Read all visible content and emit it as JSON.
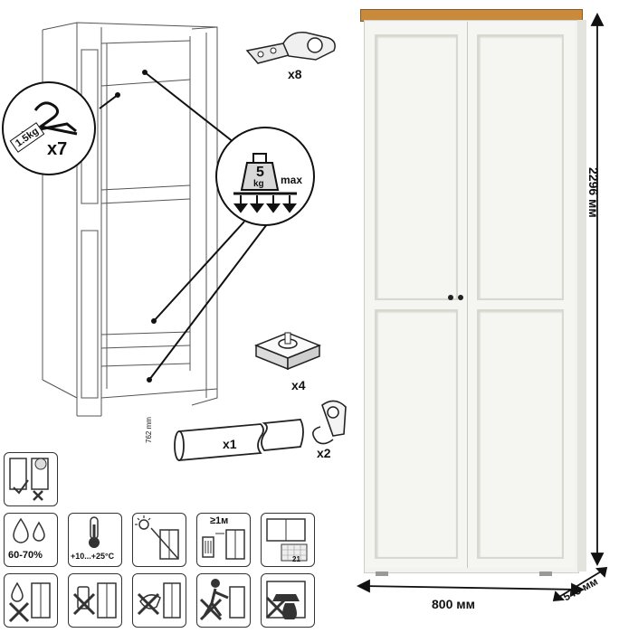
{
  "hardware": {
    "hinge_qty": "x8",
    "leveler_qty": "x4",
    "rail_qty": "x1",
    "rail_length": "762 mm",
    "bracket_qty": "x2"
  },
  "callouts": {
    "hook_weight": "1.5kg",
    "hook_qty": "x7",
    "shelf_weight_value": "5",
    "shelf_weight_unit": "kg",
    "shelf_weight_max": "max"
  },
  "care_icons": {
    "humidity": "60-70%",
    "temperature": "+10...+25°C",
    "distance": "≥1м",
    "table_number": "21"
  },
  "dimensions": {
    "height": "2296 мм",
    "width": "800 мм",
    "depth": "543 мм"
  },
  "colors": {
    "wardrobe_body": "#f2f2ee",
    "wardrobe_top": "#c98a3c",
    "line": "#222222"
  }
}
